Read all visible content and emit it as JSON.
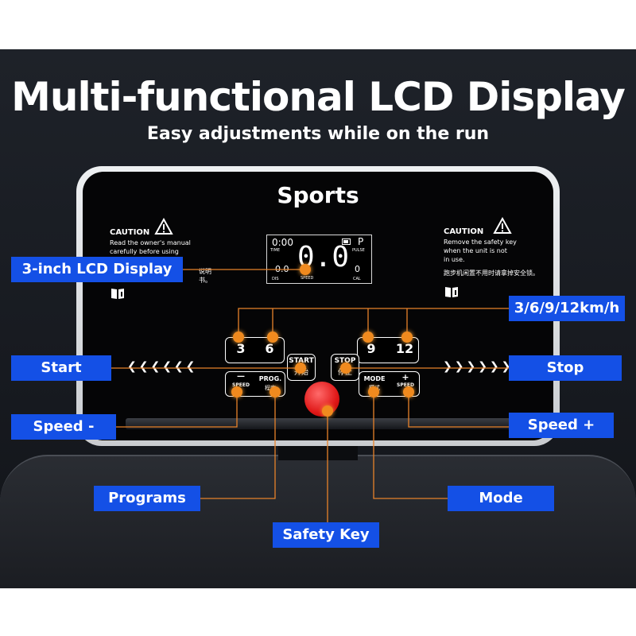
{
  "header": {
    "title": "Multi-functional LCD Display",
    "subtitle": "Easy adjustments while on the run"
  },
  "console": {
    "brand": "Sports",
    "caution_left": {
      "heading": "CAUTION",
      "line1": "Read the owner's manual",
      "line2": "carefully before using",
      "line3": "说明书。"
    },
    "caution_right": {
      "heading": "CAUTION",
      "line1": "Remove the safety key",
      "line2": "when the unit is not",
      "line3": "in use.",
      "line4": "跑步机闲置不用时请拿掉安全锁。"
    }
  },
  "lcd": {
    "time_value": "0:00",
    "time_label": "TIME",
    "pulse_value": "P",
    "pulse_label": "PULSE",
    "main_value": "0.0",
    "dis_value": "0.0",
    "dis_label": "DIS",
    "speed_label": "SPEED",
    "cal_value": "0",
    "cal_label": "CAL"
  },
  "buttons": {
    "speed3": "3",
    "speed6": "6",
    "speed9": "9",
    "speed12": "12",
    "start_en": "START",
    "start_cn": "开始",
    "stop_en": "STOP",
    "stop_cn": "停止",
    "speed_minus_sym": "—",
    "speed_minus_label": "SPEED",
    "prog_en": "PROG.",
    "prog_cn": "程序",
    "mode_en": "MODE",
    "mode_cn": "模式",
    "speed_plus_sym": "+",
    "speed_plus_label": "SPEED"
  },
  "callouts": {
    "lcd_display": "3-inch LCD Display",
    "quick_speeds": "3/6/9/12km/h",
    "start": "Start",
    "stop": "Stop",
    "speed_minus": "Speed -",
    "speed_plus": "Speed +",
    "programs": "Programs",
    "mode": "Mode",
    "safety_key": "Safety Key"
  },
  "colors": {
    "callout_bg": "#1450e6",
    "marker": "#f08a1e",
    "leader_line": "#e8822a",
    "panel": "#050506"
  },
  "icons": [
    "warning-triangle-icon",
    "manual-book-icon",
    "chevron-left-icon",
    "chevron-right-icon"
  ]
}
